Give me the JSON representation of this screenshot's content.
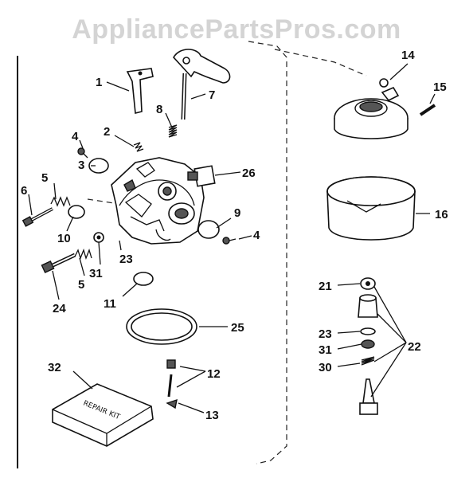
{
  "watermark": "AppliancePartsPros.com",
  "kit_text": "REPAIR KIT",
  "labels": {
    "p1": "1",
    "p2": "2",
    "p3": "3",
    "p4a": "4",
    "p4b": "4",
    "p5a": "5",
    "p5b": "5",
    "p6": "6",
    "p7": "7",
    "p8": "8",
    "p9": "9",
    "p10": "10",
    "p11": "11",
    "p12": "12",
    "p13": "13",
    "p14": "14",
    "p15": "15",
    "p16": "16",
    "p21": "21",
    "p22": "22",
    "p23a": "23",
    "p23b": "23",
    "p24": "24",
    "p25": "25",
    "p26": "26",
    "p30": "30",
    "p31a": "31",
    "p31b": "31",
    "p32": "32"
  }
}
